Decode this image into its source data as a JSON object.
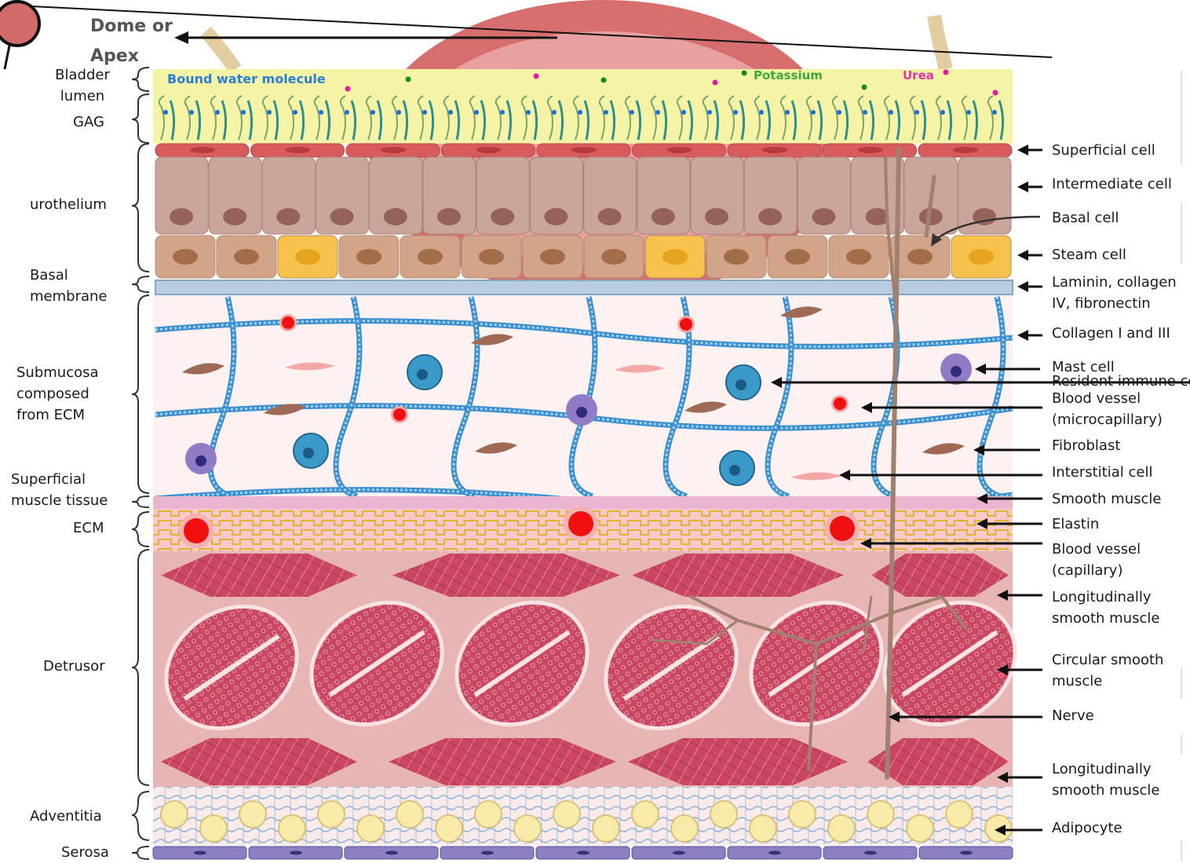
{
  "top": {
    "dome_line1": "Dome or",
    "dome_line2": "Apex",
    "bound_water": "Bound water molecule",
    "potassium": "Potassium",
    "urea": "Urea"
  },
  "left_labels": {
    "bladder_lumen_1": "Bladder",
    "bladder_lumen_2": "lumen",
    "gag": "GAG",
    "urothelium": "urothelium",
    "basal_membrane_1": "Basal",
    "basal_membrane_2": "membrane",
    "submucosa_1": "Submucosa",
    "submucosa_2": "composed",
    "submucosa_3": "from ECM",
    "sup_muscle_1": "Superficial",
    "sup_muscle_2": "muscle tissue",
    "ecm": "ECM",
    "detrusor": "Detrusor",
    "adventitia": "Adventitia",
    "serosa": "Serosa"
  },
  "right_labels": {
    "superficial_cell": "Superficial cell",
    "intermediate_cell": "Intermediate cell",
    "basal_cell": "Basal cell",
    "steam_cell": "Steam cell",
    "laminin_1": "Laminin, collagen",
    "laminin_2": "IV, fibronectin",
    "collagen": "Collagen I and III",
    "mast_cell": "Mast cell",
    "resident_immune": "Resident immune cell",
    "blood_vessel_micro_1": "Blood vessel",
    "blood_vessel_micro_2": "(microcapillary)",
    "fibroblast": "Fibroblast",
    "interstitial_cell": "Interstitial cell",
    "smooth_muscle": "Smooth muscle",
    "elastin": "Elastin",
    "blood_vessel_cap_1": "Blood vessel",
    "blood_vessel_cap_2": "(capillary)",
    "long_muscle_1a": "Longitudinally",
    "long_muscle_1b": "smooth muscle",
    "circular_1": "Circular smooth",
    "circular_2": "muscle",
    "nerve": "Nerve",
    "long_muscle_2a": "Longitudinally",
    "long_muscle_2b": "smooth muscle",
    "adipocyte": "Adipocyte"
  },
  "colors": {
    "lumen": "#f4f3a6",
    "superficial": "#d95c5c",
    "intermediate": "#c9a59c",
    "basal": "#d2a58a",
    "stem": "#f6c24c",
    "membrane": "#b9cde0",
    "submucosa": "#fdf1f2",
    "collagen": "#3a8fcf",
    "muscle_bg": "#e8b5b5",
    "muscle": "#c8485e",
    "elastin": "#e2b53a",
    "adipocyte": "#f8eaa8",
    "serosa": "#8d7fc2",
    "nerve": "#a0806e",
    "immune": "#3a9ac9",
    "mast": "#6c5aa8",
    "blood": "#f01010"
  }
}
